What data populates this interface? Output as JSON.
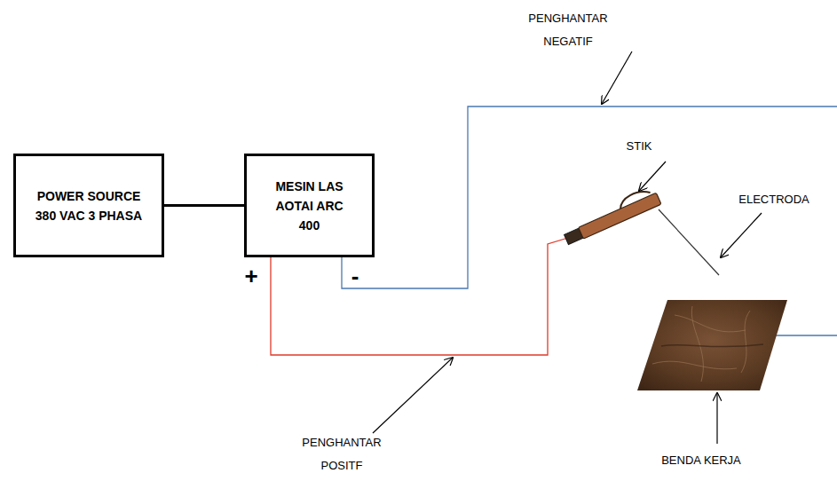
{
  "diagram": {
    "nodes": [
      {
        "text": [
          "POWER SOURCE 380 VAC 3 PHASA"
        ]
      },
      {
        "text": [
          "MESIN LAS AOTAI ARC 400"
        ]
      }
    ],
    "edges": [
      {
        "from": 0,
        "to": 1,
        "arrow": "none"
      }
    ],
    "labels": [
      "PENGHANTAR NEGATIF",
      "STIK",
      "ELECTRODA",
      "+",
      "-",
      "PENGHANTAR POSITF",
      "BENDA KERJA"
    ]
  }
}
